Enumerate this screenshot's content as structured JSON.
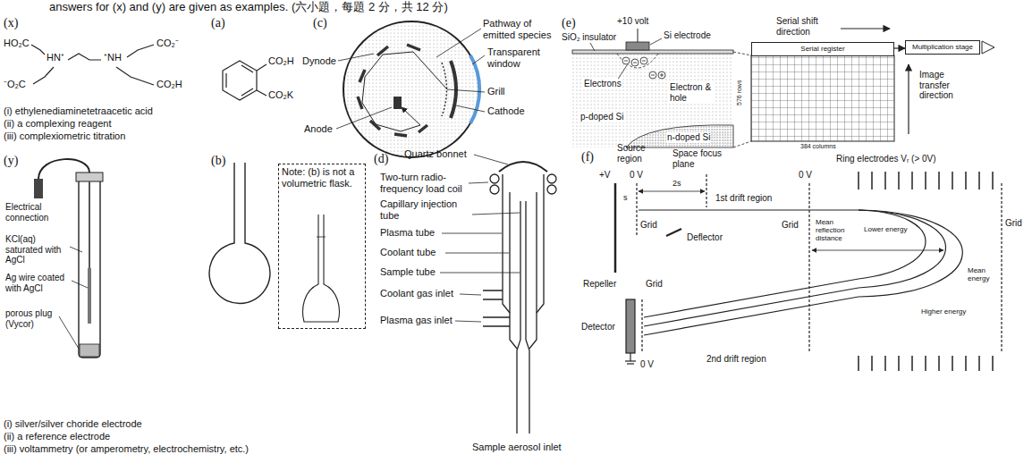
{
  "diagram": {
    "nodes": [
      {
        "text": [
          "Note: (b) is not a volumetric flask."
        ]
      },
      {
        "text": [
          "Serial register"
        ]
      },
      {
        "text": [
          "Multiplication stage"
        ]
      }
    ],
    "edges": [
      {
        "from": 1,
        "to": 2,
        "arrow": "to"
      }
    ],
    "labels": [
      "answers for (x) and (y) are given as examples. (六小題，每題 2 分，共 12 分)",
      "(x)",
      "HO₂C",
      "CO₂⁻",
      "HN⁺",
      "⁺NH",
      "⁻O₂C",
      "CO₂H",
      "(i) ethylenediaminetetraacetic acid",
      "(ii) a complexing reagent",
      "(iii) complexiometric titration",
      "(a)",
      "CO₂H",
      "CO₂K",
      "(c)",
      "Pathway of emitted species",
      "Dynode",
      "Transparent window",
      "Grill",
      "Cathode",
      "Anode",
      "(e)",
      "+10 volt",
      "SiO₂ insulator",
      "Si electrode",
      "Electrons",
      "Electron & hole",
      "p-doped Si",
      "n-doped Si",
      "Serial shift direction",
      "576 rows",
      "Image transfer direction",
      "384 columns",
      "(y)",
      "Electrical connection",
      "KCl(aq) saturated with AgCl",
      "Ag wire coated with AgCl",
      "porous plug (Vycor)",
      "(i) silver/silver choride electrode",
      "(ii) a reference electrode",
      "(iii) voltammetry (or amperometry, electrochemistry, etc.)",
      "(b)",
      "(d)",
      "Quartz bonnet",
      "Two-turn radio-frequency load coil",
      "Capillary injection tube",
      "Plasma tube",
      "Coolant tube",
      "Sample tube",
      "Coolant gas inlet",
      "Plasma gas inlet",
      "Sample aerosol inlet",
      "(f)",
      "Source region",
      "+V",
      "0 V",
      "Space focus plane",
      "2s",
      "s",
      "1st drift region",
      "0 V",
      "Ring electrodes Vᵣ (> 0V)",
      "Grid",
      "Mean reflection distance",
      "Grid",
      "Deflector",
      "Grid",
      "Grid",
      "Repeller",
      "Lower energy",
      "Higher energy",
      "Mean energy",
      "Detector",
      "2nd drift region",
      "0 V"
    ]
  }
}
